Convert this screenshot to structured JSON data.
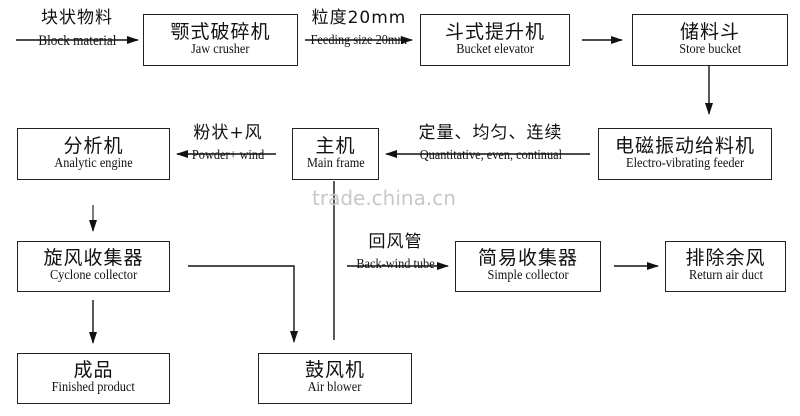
{
  "watermark": "trade.china.cn",
  "nodes": {
    "jaw_crusher": {
      "zh": "颚式破碎机",
      "en": "Jaw crusher"
    },
    "bucket_elevator": {
      "zh": "斗式提升机",
      "en": "Bucket elevator"
    },
    "store_bucket": {
      "zh": "储料斗",
      "en": "Store bucket"
    },
    "vibrating_feeder": {
      "zh": "电磁振动给料机",
      "en": "Electro-vibrating feeder"
    },
    "main_frame": {
      "zh": "主机",
      "en": "Main frame"
    },
    "analytic_engine": {
      "zh": "分析机",
      "en": "Analytic engine"
    },
    "cyclone_collector": {
      "zh": "旋风收集器",
      "en": "Cyclone collector"
    },
    "simple_collector": {
      "zh": "简易收集器",
      "en": "Simple collector"
    },
    "return_air_duct": {
      "zh": "排除余风",
      "en": "Return air duct"
    },
    "finished_product": {
      "zh": "成品",
      "en": "Finished product"
    },
    "air_blower": {
      "zh": "鼓风机",
      "en": "Air blower"
    }
  },
  "edge_labels": {
    "block_material": {
      "zh": "块状物料",
      "en": "Block material"
    },
    "feeding_size": {
      "zh": "粒度20mm",
      "en": "Feeding size 20mm"
    },
    "quantitative": {
      "zh": "定量、均匀、连续",
      "en": "Quantitative, even, continual"
    },
    "powder_wind": {
      "zh": "粉状+风",
      "en": "Powder+ wind"
    },
    "back_wind_tube": {
      "zh": "回风管",
      "en": "Back-wind tube"
    }
  }
}
